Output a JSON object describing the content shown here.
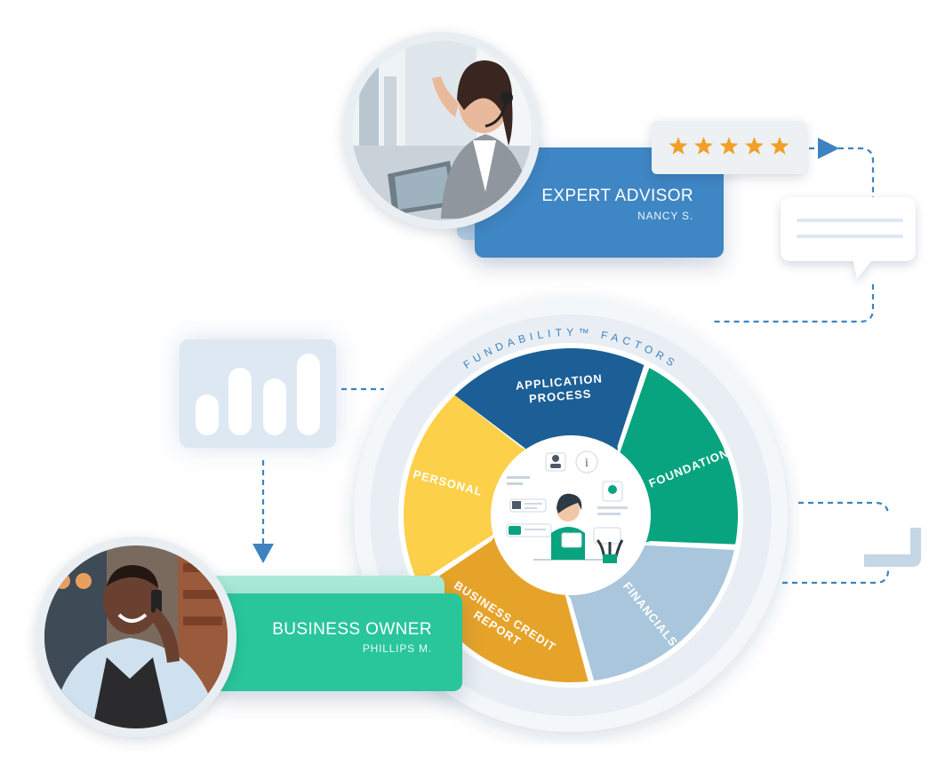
{
  "advisor": {
    "title": "EXPERT ADVISOR",
    "name": "NANCY S."
  },
  "owner": {
    "title": "BUSINESS OWNER",
    "name": "PHILLIPS M."
  },
  "rating": {
    "stars": 5,
    "max": 5
  },
  "wheel": {
    "ring_label": "FUNDABILITY™ FACTORS",
    "segments": [
      {
        "line1": "APPLICATION",
        "line2": "PROCESS",
        "color": "#1c5f96"
      },
      {
        "line1": "FOUNDATION",
        "line2": "",
        "color": "#08a47f"
      },
      {
        "line1": "FINANCIALS",
        "line2": "",
        "color": "#a9c6dc"
      },
      {
        "line1": "BUSINESS CREDIT",
        "line2": "REPORT",
        "color": "#e6a32a"
      },
      {
        "line1": "PERSONAL",
        "line2": "",
        "color": "#fdd04a"
      }
    ]
  },
  "colors": {
    "advisor_card": "#3f86c4",
    "owner_card": "#29c69b",
    "dash": "#3d83c0",
    "star": "#f0a028"
  }
}
